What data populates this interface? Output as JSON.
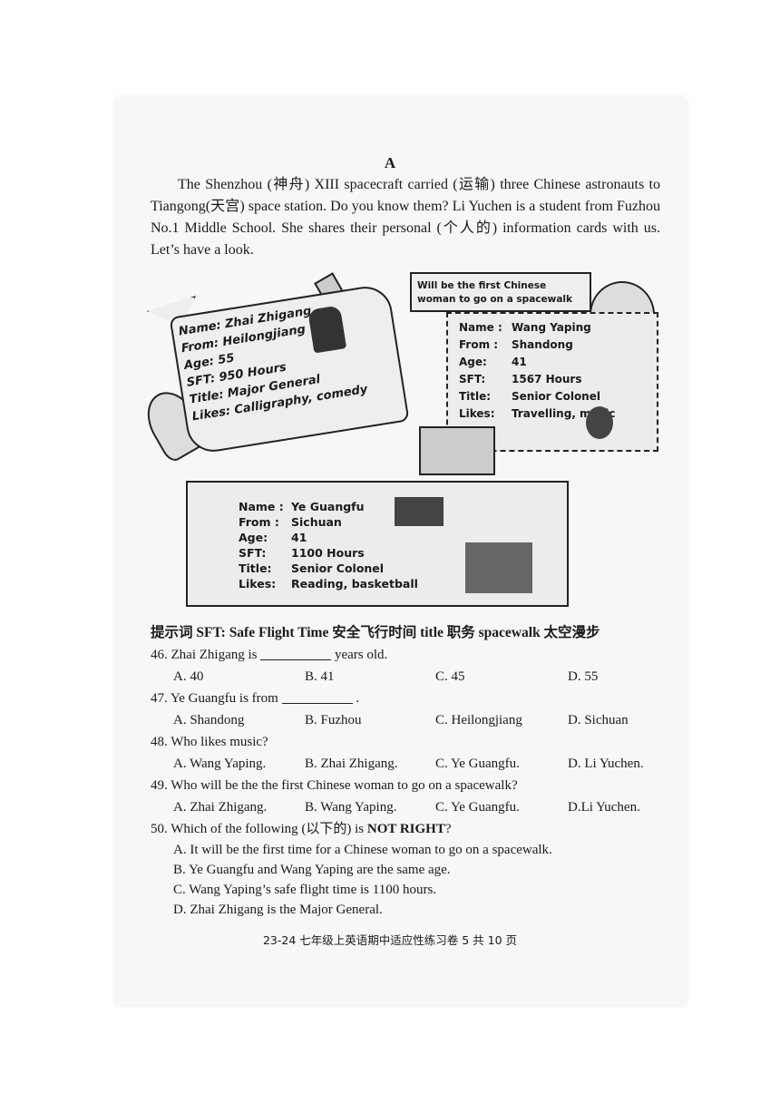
{
  "section": {
    "letter": "A"
  },
  "intro": "The Shenzhou (神舟) XIII spacecraft carried (运输) three Chinese astronauts to Tiangong(天宫) space station. Do you know them? Li Yuchen is a student from Fuzhou No.1 Middle School. She shares their personal (个人的) information cards with us. Let’s have a look.",
  "cards": {
    "zhai": {
      "name": "Name: Zhai Zhigang",
      "from": "From: Heilongjiang",
      "age": "Age:   55",
      "sft": "SFT:   950 Hours",
      "title": "Title: Major General",
      "likes": "Likes: Calligraphy, comedy"
    },
    "wang": {
      "banner": "Will be the first Chinese woman to go on a spacewalk",
      "name_label": "Name :",
      "name": "Wang Yaping",
      "from_label": "From :",
      "from": "Shandong",
      "age_label": "Age:",
      "age": "41",
      "sft_label": "SFT:",
      "sft": "1567 Hours",
      "title_label": "Title:",
      "title": "Senior Colonel",
      "likes_label": "Likes:",
      "likes": "Travelling, music"
    },
    "ye": {
      "name_label": "Name :",
      "name": "Ye Guangfu",
      "from_label": "From :",
      "from": "Sichuan",
      "age_label": "Age:",
      "age": "41",
      "sft_label": "SFT:",
      "sft": "1100 Hours",
      "title_label": "Title:",
      "title": "Senior Colonel",
      "likes_label": "Likes:",
      "likes": "Reading, basketball"
    }
  },
  "hint": "提示词 SFT: Safe Flight Time 安全飞行时间 title 职务 spacewalk 太空漫步",
  "questions": {
    "q46": {
      "pre": "46. Zhai Zhigang is",
      "post": "years old.",
      "a": "A. 40",
      "b": "B. 41",
      "c": "C. 45",
      "d": "D. 55"
    },
    "q47": {
      "pre": "47. Ye Guangfu is from",
      "post": ".",
      "a": "A. Shandong",
      "b": "B. Fuzhou",
      "c": "C. Heilongjiang",
      "d": "D. Sichuan"
    },
    "q48": {
      "text": "48. Who likes music?",
      "a": "A. Wang Yaping.",
      "b": "B. Zhai Zhigang.",
      "c": "C. Ye Guangfu.",
      "d": "D. Li Yuchen."
    },
    "q49": {
      "text": "49. Who will be the the first Chinese woman to go on a spacewalk?",
      "a": "A. Zhai Zhigang.",
      "b": "B. Wang Yaping.",
      "c": "C. Ye Guangfu.",
      "d": "D.Li Yuchen."
    },
    "q50": {
      "pre": "50. Which of the following (以下的) is",
      "bold": "NOT RIGHT",
      "post": "?",
      "a": "A. It will be the first time for a Chinese woman to go on a spacewalk.",
      "b": "B. Ye Guangfu and Wang Yaping are the same age.",
      "c": "C. Wang Yaping’s safe flight time is 1100 hours.",
      "d": "D. Zhai Zhigang is the Major General."
    }
  },
  "footer": "23-24 七年级上英语期中适应性练习卷 5  共 10 页"
}
